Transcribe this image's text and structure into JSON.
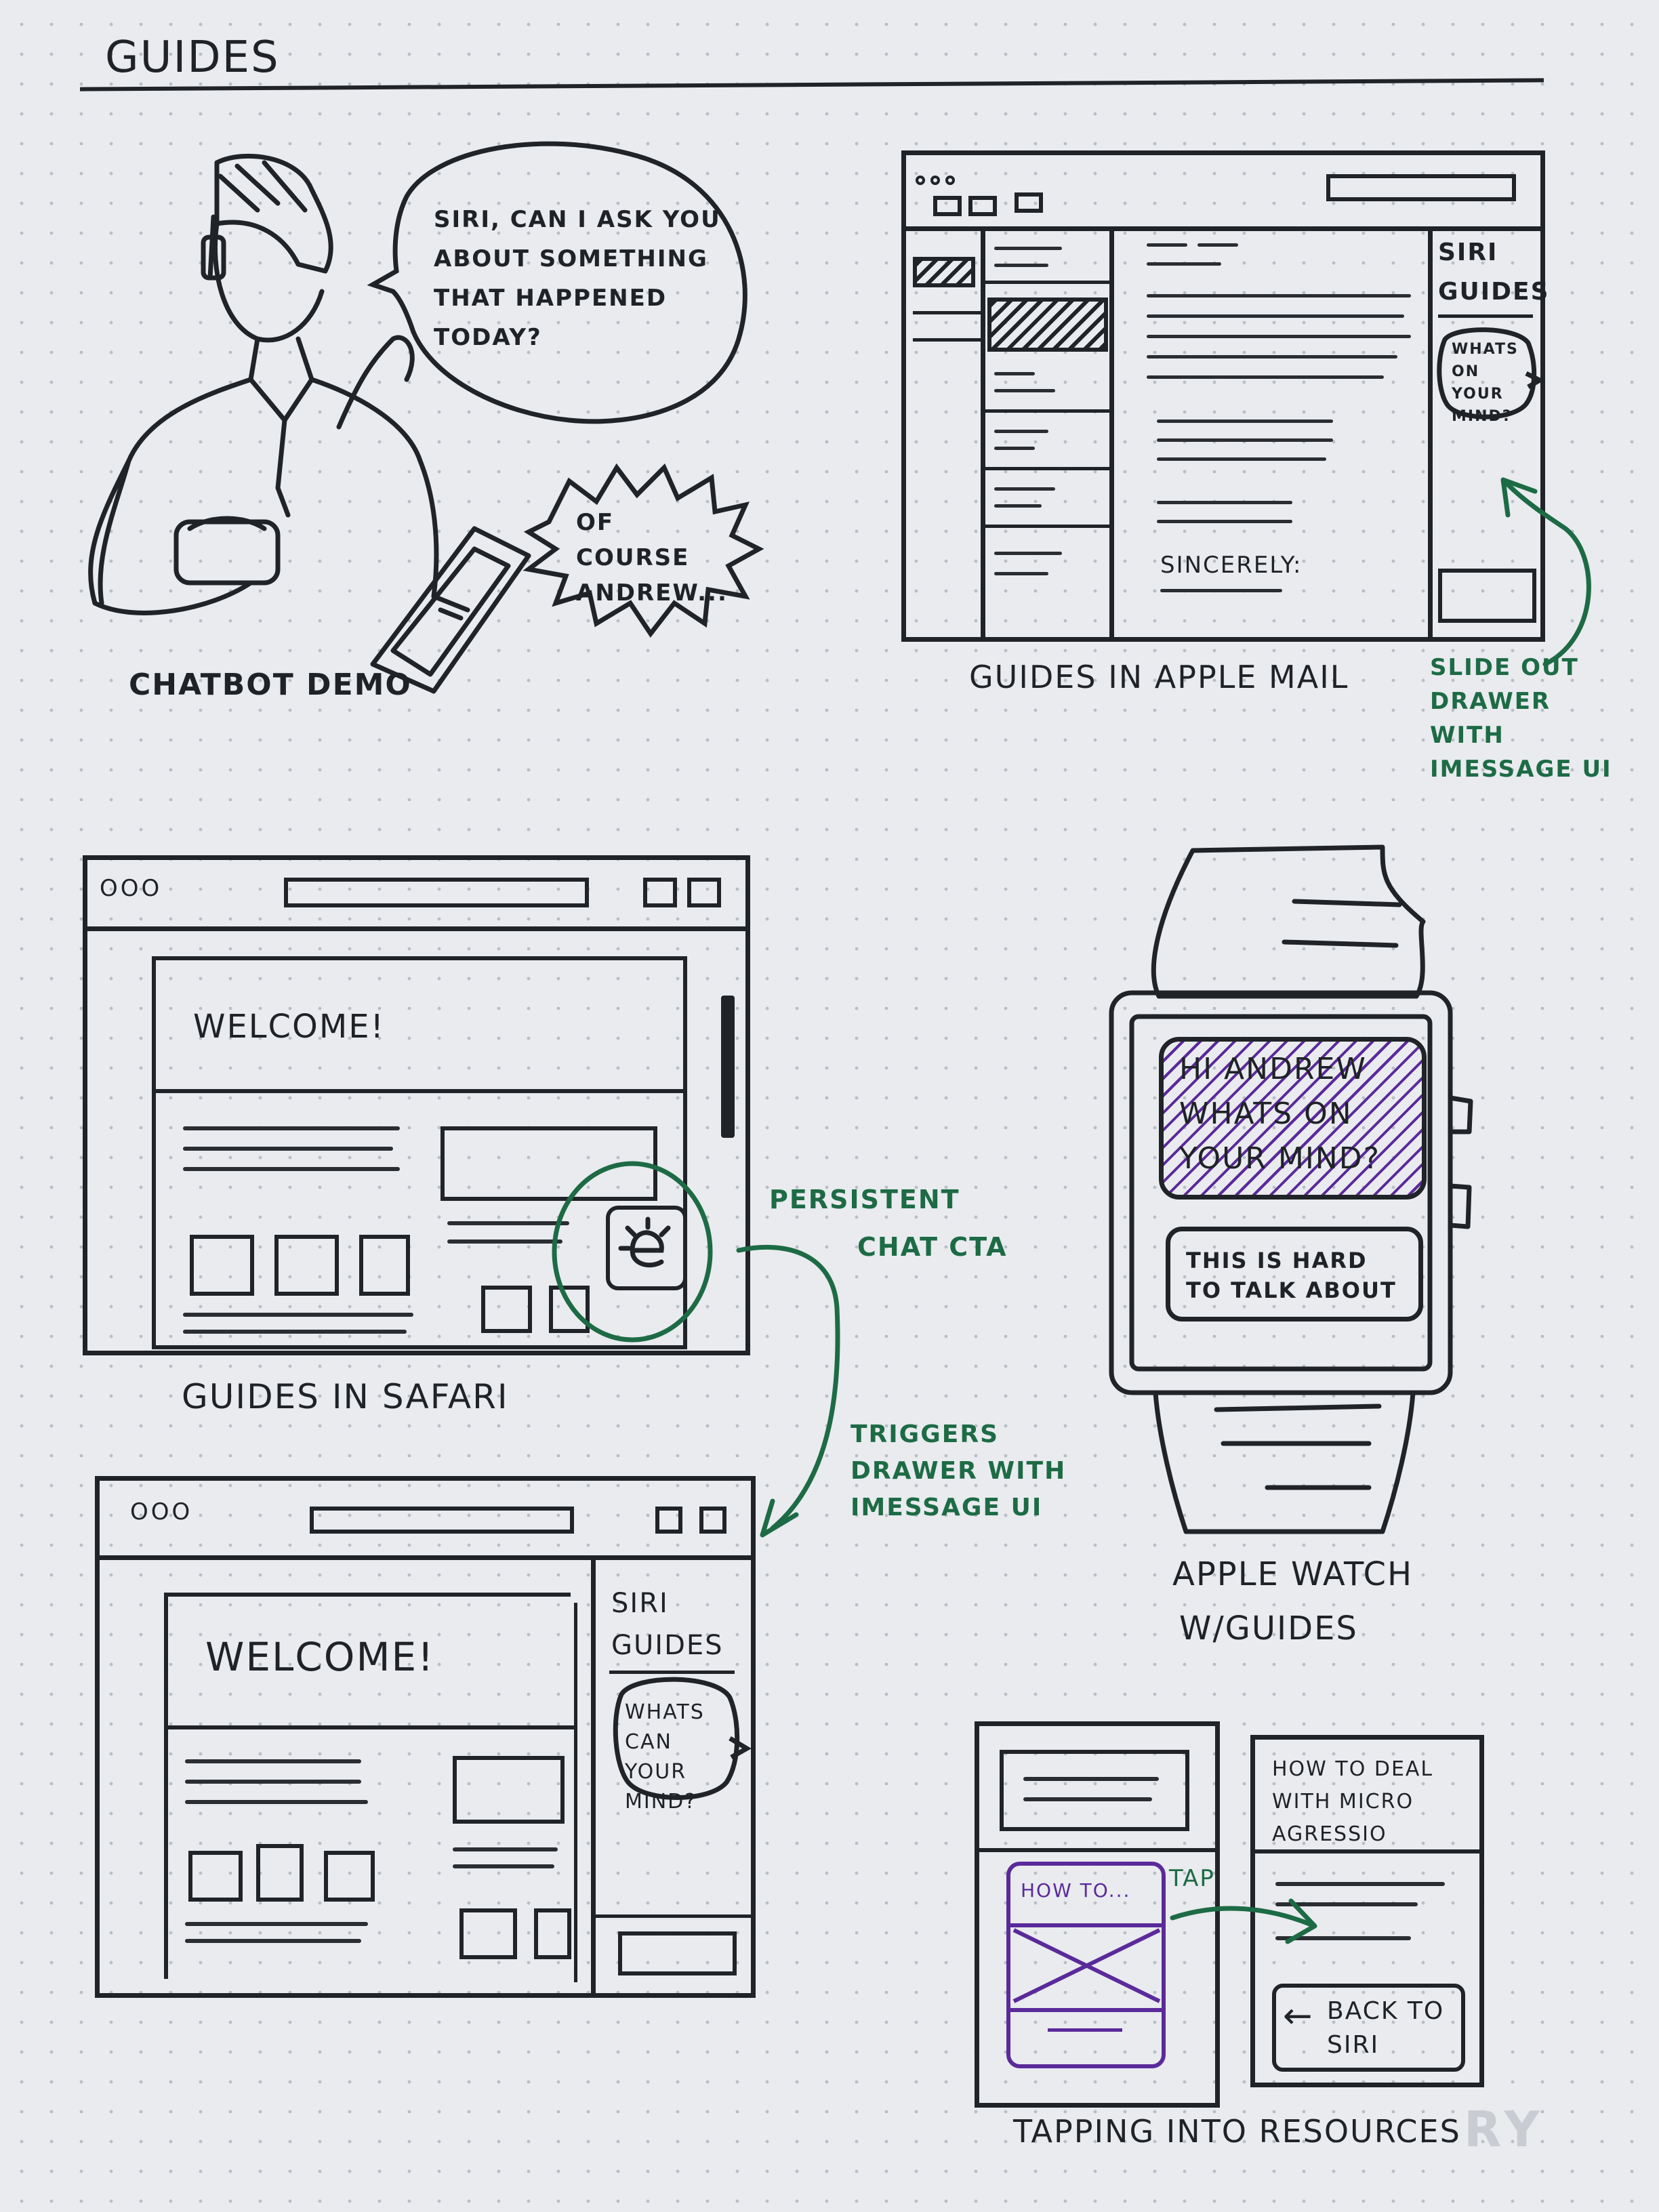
{
  "page": {
    "title": "GUIDES",
    "watermark": "RY"
  },
  "chatbot": {
    "caption": "CHATBOT DEMO",
    "bubble_question": "SIRI, CAN I ASK YOU ABOUT SOMETHING THAT HAPPENED TODAY?",
    "bubble_reply": "OF COURSE ANDREW..."
  },
  "mail": {
    "caption": "GUIDES IN APPLE MAIL",
    "drawer_title": "SIRI GUIDES",
    "drawer_bubble": "WHATS ON YOUR MIND?",
    "signoff": "SINCERELY:",
    "annotation": "SLIDE OUT DRAWER WITH IMESSAGE UI"
  },
  "safari": {
    "caption": "GUIDES IN SAFARI",
    "welcome": "WELCOME!",
    "window_controls": "OOO",
    "cta_annotation_line1": "PERSISTENT",
    "cta_annotation_line2": "CHAT CTA"
  },
  "safari_drawer": {
    "welcome": "WELCOME!",
    "window_controls": "OOO",
    "drawer_title": "SIRI GUIDES",
    "drawer_bubble": "WHATS CAN YOUR MIND?",
    "annotation": "TRIGGERS DRAWER WITH IMESSAGE UI"
  },
  "watch": {
    "caption_line1": "APPLE WATCH",
    "caption_line2": "W/GUIDES",
    "message_incoming": "HI ANDREW WHATS ON YOUR MIND?",
    "message_outgoing": "THIS IS HARD TO TALK ABOUT"
  },
  "resources": {
    "caption": "TAPPING INTO RESOURCES",
    "card_title": "HOW TO...",
    "tap_label": "TAP",
    "article_title": "HOW TO DEAL WITH MICRO AGRESSIO",
    "back_button": "BACK TO SIRI",
    "back_arrow": "←"
  },
  "colors": {
    "ink": "#202327",
    "green_marker": "#1d6b45",
    "purple_marker": "#5b2a9a",
    "paper": "#e9ebef"
  }
}
